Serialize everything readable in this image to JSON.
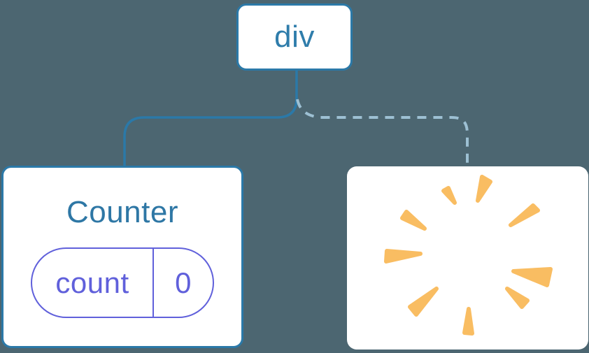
{
  "diagram": {
    "description": "Component tree: a root div keeps the Counter child (solid connection) while its second child is removed (dashed connection ending in a poof)",
    "root": {
      "label": "div"
    },
    "children": [
      {
        "type": "component",
        "title": "Counter",
        "connection": "solid",
        "state": {
          "key": "count",
          "value": "0"
        }
      },
      {
        "type": "removed",
        "icon": "poof-icon",
        "connection": "dashed"
      }
    ]
  },
  "colors": {
    "background": "#4c6671",
    "card_bg": "#ffffff",
    "node_blue": "#2b79a8",
    "text_blue": "#2e77a5",
    "connector_solid": "#2b79a8",
    "connector_dashed": "#9dc0d3",
    "state_purple": "#6060db",
    "poof_orange": "#f9bd62"
  }
}
